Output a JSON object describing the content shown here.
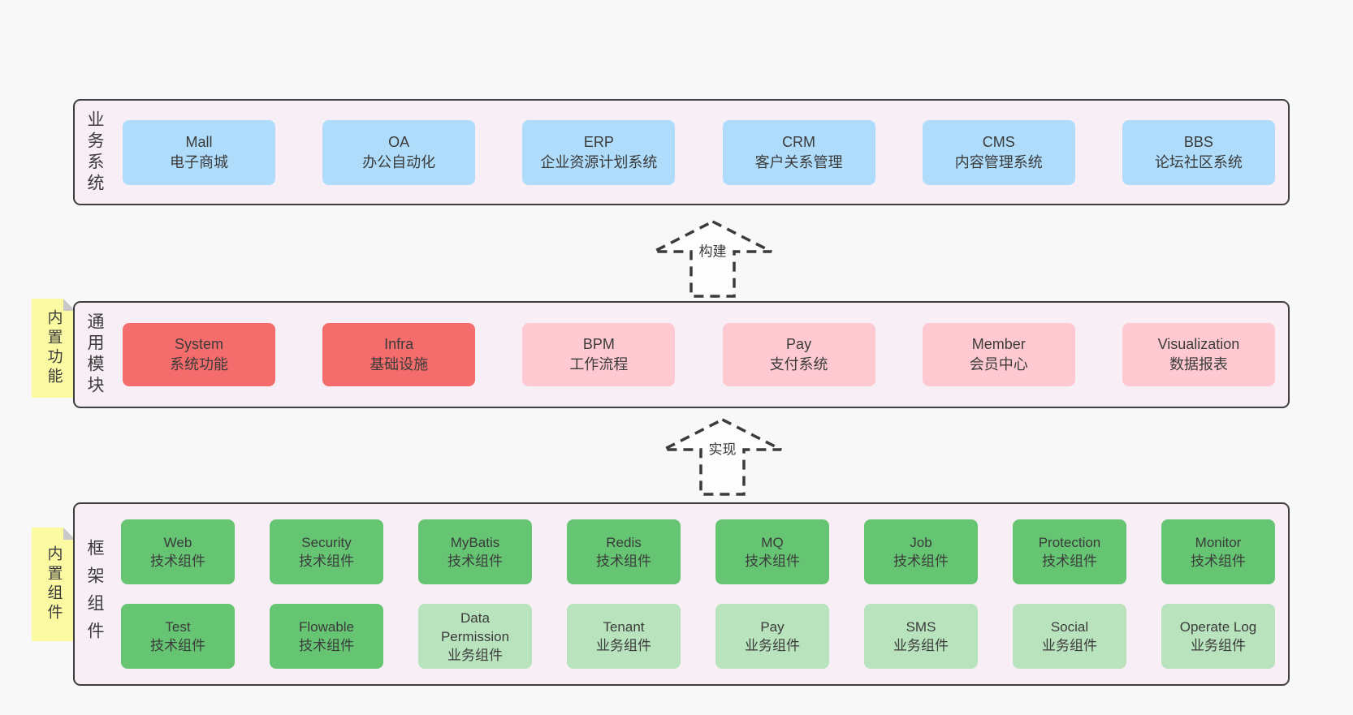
{
  "colors": {
    "page_bg": "#f8f8f8",
    "layer_bg": "#f8eef6",
    "layer_border": "#3f3f3f",
    "box_blue": "#aedcfa",
    "box_red": "#f56c6c",
    "box_pink": "#ffc9d2",
    "box_green": "#66c573",
    "box_light_green": "#b9e3bd",
    "sticky_yellow": "#fbfaa3",
    "fold_gray": "#c9c9c9",
    "text": "#3b3b3b"
  },
  "arrows": [
    {
      "label": "构建"
    },
    {
      "label": "实现"
    }
  ],
  "layers": [
    {
      "title": "业务系统",
      "boxes": [
        {
          "name": "Mall",
          "desc": "电子商城",
          "variant": "blue"
        },
        {
          "name": "OA",
          "desc": "办公自动化",
          "variant": "blue"
        },
        {
          "name": "ERP",
          "desc": "企业资源计划系统",
          "variant": "blue"
        },
        {
          "name": "CRM",
          "desc": "客户关系管理",
          "variant": "blue"
        },
        {
          "name": "CMS",
          "desc": "内容管理系统",
          "variant": "blue"
        },
        {
          "name": "BBS",
          "desc": "论坛社区系统",
          "variant": "blue"
        }
      ]
    },
    {
      "title": "通用模块",
      "tag": "内置功能",
      "boxes": [
        {
          "name": "System",
          "desc": "系统功能",
          "variant": "red"
        },
        {
          "name": "Infra",
          "desc": "基础设施",
          "variant": "red"
        },
        {
          "name": "BPM",
          "desc": "工作流程",
          "variant": "pink"
        },
        {
          "name": "Pay",
          "desc": "支付系统",
          "variant": "pink"
        },
        {
          "name": "Member",
          "desc": "会员中心",
          "variant": "pink"
        },
        {
          "name": "Visualization",
          "desc": "数据报表",
          "variant": "pink"
        }
      ]
    },
    {
      "title": "框架组件",
      "tag": "内置组件",
      "boxes": [
        {
          "name": "Web",
          "desc": "技术组件",
          "variant": "green"
        },
        {
          "name": "Security",
          "desc": "技术组件",
          "variant": "green"
        },
        {
          "name": "MyBatis",
          "desc": "技术组件",
          "variant": "green"
        },
        {
          "name": "Redis",
          "desc": "技术组件",
          "variant": "green"
        },
        {
          "name": "MQ",
          "desc": "技术组件",
          "variant": "green"
        },
        {
          "name": "Job",
          "desc": "技术组件",
          "variant": "green"
        },
        {
          "name": "Protection",
          "desc": "技术组件",
          "variant": "green"
        },
        {
          "name": "Monitor",
          "desc": "技术组件",
          "variant": "green"
        },
        {
          "name": "Test",
          "desc": "技术组件",
          "variant": "green"
        },
        {
          "name": "Flowable",
          "desc": "技术组件",
          "variant": "green"
        },
        {
          "name": "Data Permission",
          "desc": "业务组件",
          "variant": "light-green"
        },
        {
          "name": "Tenant",
          "desc": "业务组件",
          "variant": "light-green"
        },
        {
          "name": "Pay",
          "desc": "业务组件",
          "variant": "light-green"
        },
        {
          "name": "SMS",
          "desc": "业务组件",
          "variant": "light-green"
        },
        {
          "name": "Social",
          "desc": "业务组件",
          "variant": "light-green"
        },
        {
          "name": "Operate Log",
          "desc": "业务组件",
          "variant": "light-green"
        }
      ]
    }
  ]
}
